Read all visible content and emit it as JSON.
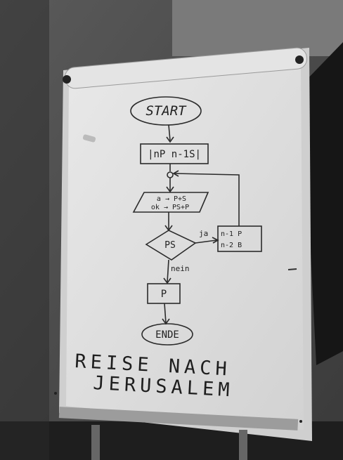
{
  "flowchart": {
    "start": "START",
    "process1": "|nP n-1S|",
    "io_line1": "a → P+S",
    "io_line2": "ok → PS+P",
    "decision": "PS",
    "yes_label": "ja",
    "side_line1": "n-1 P",
    "side_line2": "n-2 B",
    "no_label": "nein",
    "process2": "P",
    "end": "ENDE"
  },
  "caption": {
    "line1": "REISE NACH",
    "line2": "JERUSALEM"
  }
}
